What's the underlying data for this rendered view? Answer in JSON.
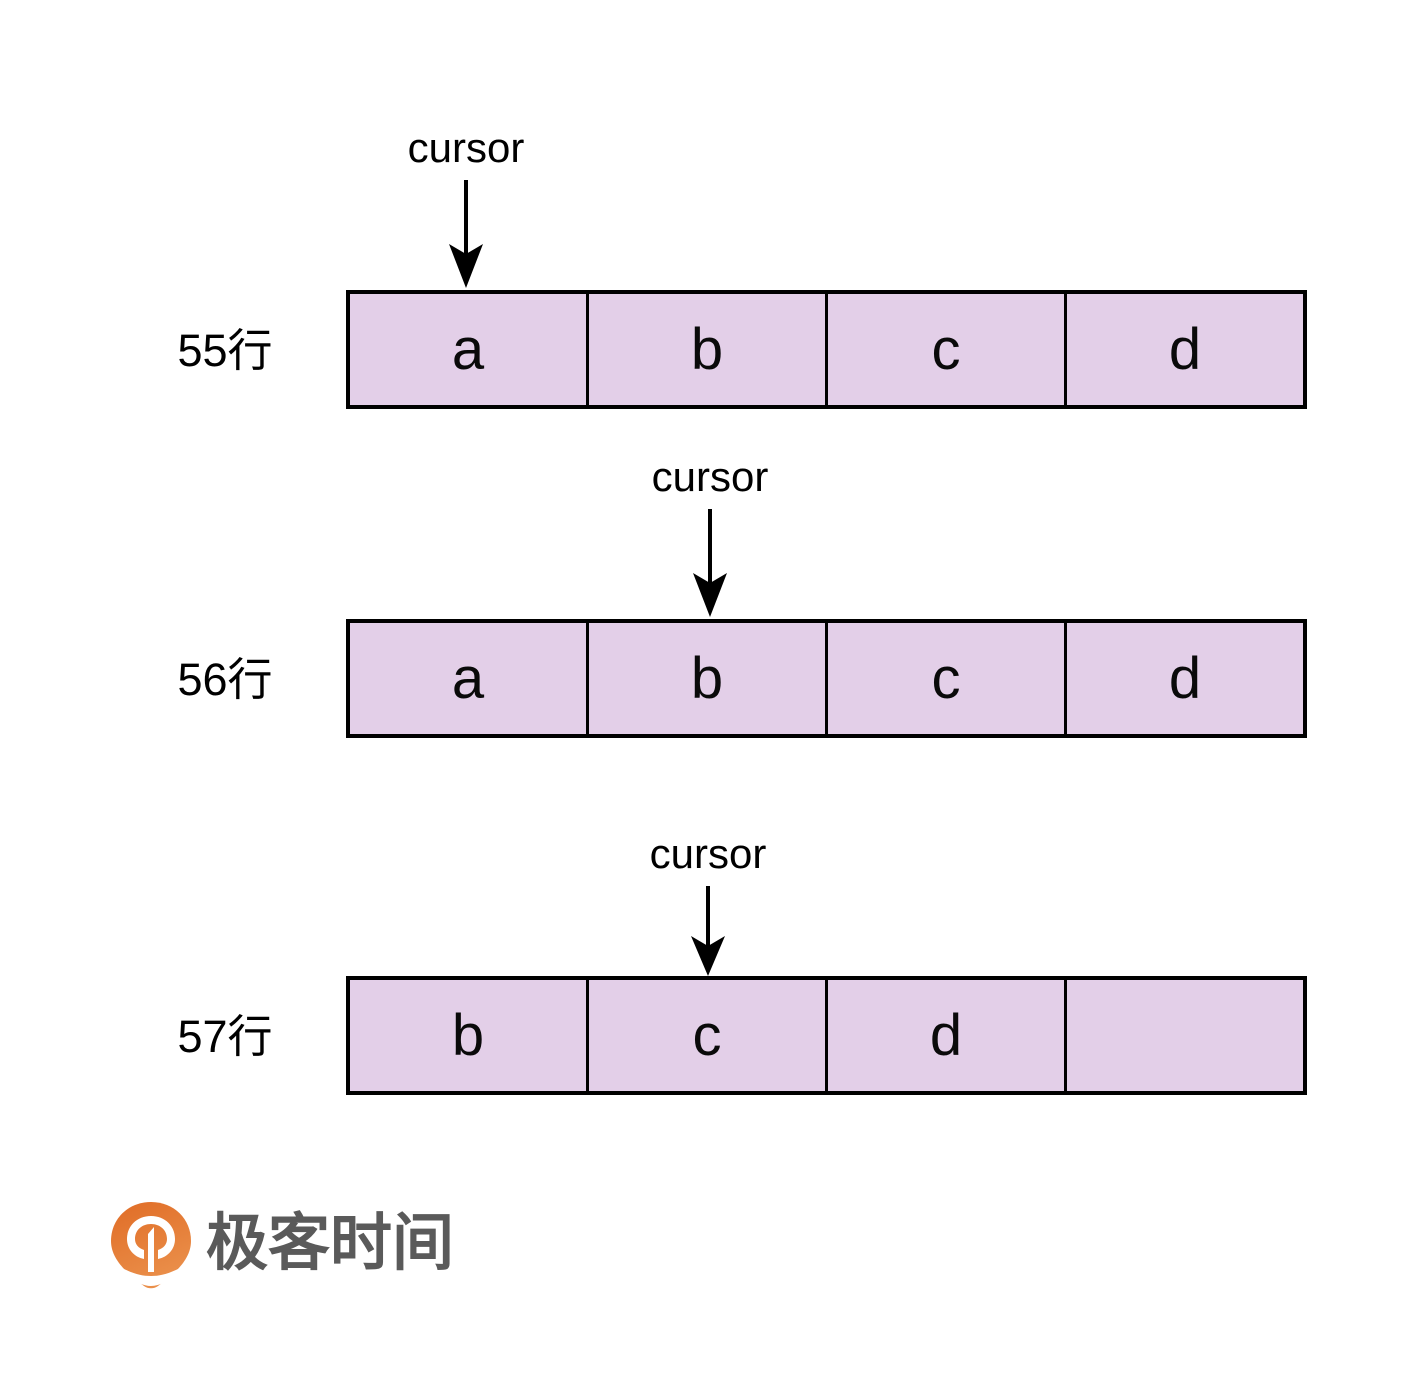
{
  "page": {
    "background_color": "#ffffff",
    "title": "cursor movement across buffer rows"
  },
  "diagram": {
    "cursor_label": "cursor",
    "cell_fill_color": "#e3cfe8",
    "cell_border_color": "#000000",
    "rows": [
      {
        "label": "55行",
        "cells": [
          "a",
          "b",
          "c",
          "d"
        ],
        "cursor_cell_index": 0,
        "cursor_target": "a"
      },
      {
        "label": "56行",
        "cells": [
          "a",
          "b",
          "c",
          "d"
        ],
        "cursor_cell_index": 1,
        "cursor_target": "b"
      },
      {
        "label": "57行",
        "cells": [
          "b",
          "c",
          "d",
          ""
        ],
        "cursor_cell_index": 1,
        "cursor_target": "c"
      }
    ]
  },
  "logo": {
    "brand_name": "极客时间",
    "mark_color": "#e2722e",
    "text_color": "#5a5a5a"
  }
}
